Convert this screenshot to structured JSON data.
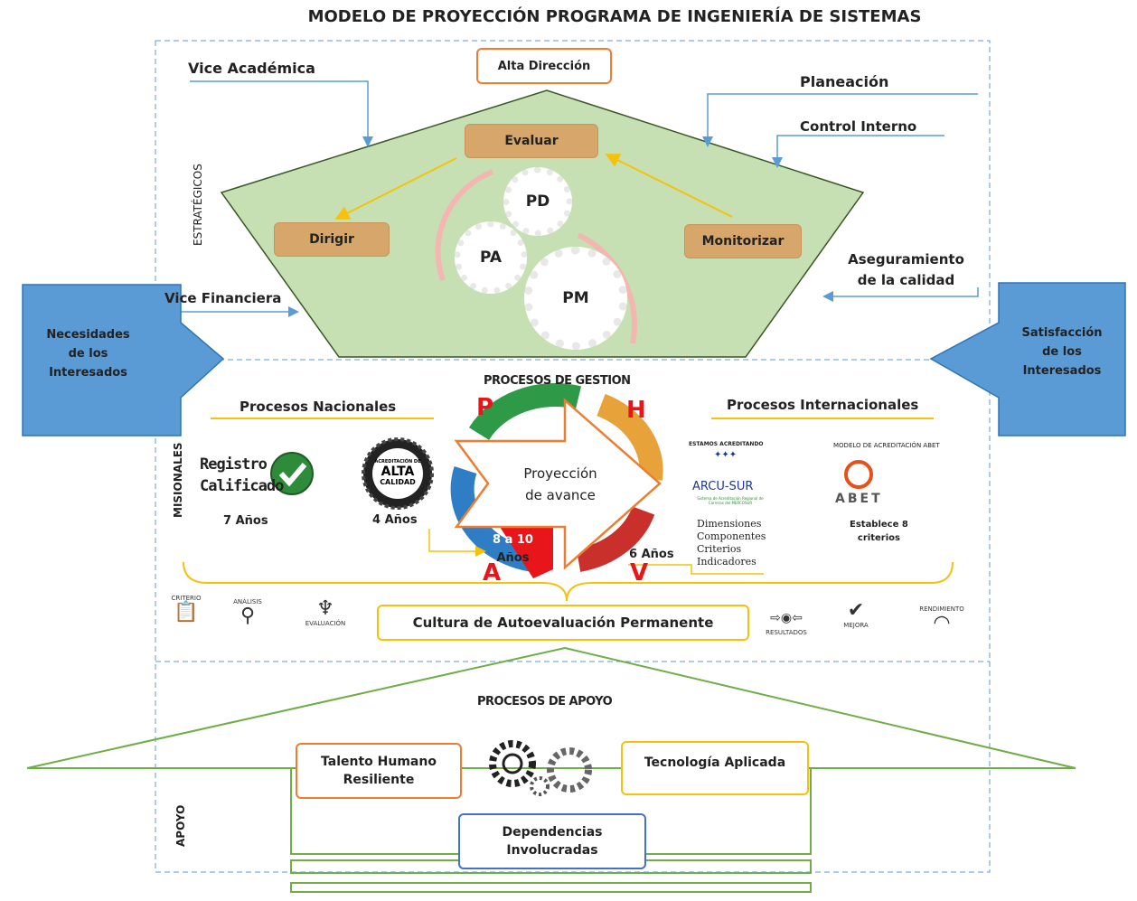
{
  "title": "MODELO DE PROYECCIÓN PROGRAMA DE INGENIERÍA DE SISTEMAS",
  "sections": {
    "strategic": "ESTRATÉGICOS",
    "missional": "MISIONALES",
    "support": "APOYO"
  },
  "strategic": {
    "alta_direccion": "Alta Dirección",
    "vice_academica": "Vice Académica",
    "planeacion": "Planeación",
    "control_interno": "Control Interno",
    "aseguramiento": [
      "Aseguramiento",
      "de la calidad"
    ],
    "vice_financiera": "Vice Financiera",
    "evaluar": "Evaluar",
    "dirigir": "Dirigir",
    "monitorizar": "Monitorizar",
    "gears": [
      "PD",
      "PA",
      "PM"
    ]
  },
  "left_arrow": [
    "Necesidades",
    "de los",
    "Interesados"
  ],
  "right_arrow": [
    "Satisfacción",
    "de los",
    "Interesados"
  ],
  "missional": {
    "heading": "PROCESOS DE GESTION",
    "nacionales": "Procesos Nacionales",
    "internacionales": "Procesos Internacionales",
    "registro": [
      "Registro",
      "Calificado"
    ],
    "registro_years": "7 Años",
    "alta_calidad": [
      "ACREDITACIÓN DE",
      "ALTA",
      "CALIDAD"
    ],
    "alta_years": "4 Años",
    "center": [
      "Proyección",
      "de avance"
    ],
    "phva": {
      "p": "P",
      "h": "H",
      "v": "V",
      "a": "A"
    },
    "range_years": [
      "8 a 10",
      "Años"
    ],
    "six_years": "6 Años",
    "arcu_tag": "ESTAMOS ACREDITANDO",
    "arcu_name": "ARCU-SUR",
    "arcu_sub": "Sistema de Acreditación Regional de Carreras del MERCOSUR",
    "arcu_items": [
      "Dimensiones",
      "Componentes",
      "Criterios",
      "Indicadores"
    ],
    "abet_tag": "MODELO DE ACREDITACIÓN ABET",
    "abet_name": "ABET",
    "abet_desc": [
      "Establece 8",
      "criterios"
    ],
    "culture": "Cultura de Autoevaluación Permanente",
    "icons": [
      {
        "label": "CRITERIO",
        "icon": "clipboard-icon"
      },
      {
        "label": "ANÁLISIS",
        "icon": "magnifier-icon"
      },
      {
        "label": "EVALUACIÓN",
        "icon": "person-icon"
      },
      {
        "label": "RESULTADOS",
        "icon": "results-icon"
      },
      {
        "label": "MEJORA",
        "icon": "improvement-icon"
      },
      {
        "label": "RENDIMIENTO",
        "icon": "gauge-icon"
      }
    ]
  },
  "support": {
    "heading": "PROCESOS DE APOYO",
    "talento": [
      "Talento Humano",
      "Resiliente"
    ],
    "tecnologia": "Tecnología Aplicada",
    "dependencias": [
      "Dependencias",
      "Involucradas"
    ]
  },
  "colors": {
    "pentagon": "#c6e0b4",
    "arrow_blue": "#5b9bd5",
    "tan": "#d6a66a",
    "orange": "#ed7d31",
    "yellow": "#f4c20d",
    "green_line": "#70ad47",
    "blue_box": "#4472c4",
    "phva_red": "#e8161a"
  }
}
